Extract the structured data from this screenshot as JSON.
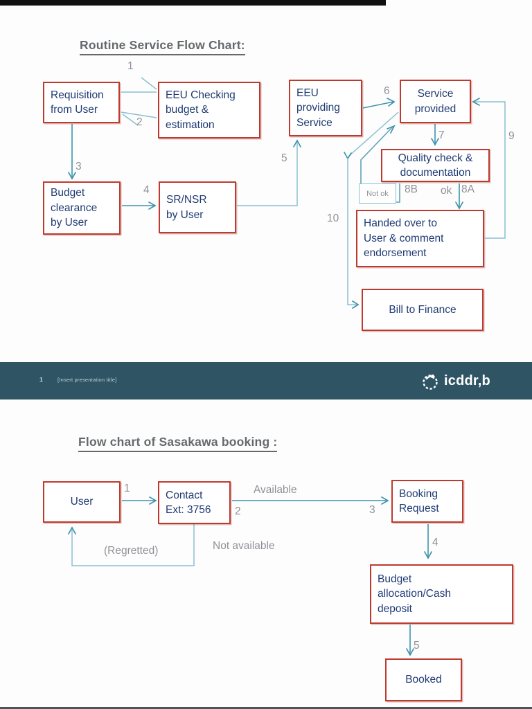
{
  "colors": {
    "page-bg": "#fdfdfd",
    "top-bar": "#101010",
    "bottom-strip": "#49565c",
    "box-border": "#bf3a2e",
    "box-text": "#1f3a73",
    "arrow": "#3f93ac",
    "arrow-mid": "#5fa3b8",
    "arrow-light": "#8abfd0",
    "label-gray": "#8f9196",
    "title-gray": "#66696c",
    "banner-bg": "#2f5565"
  },
  "banner": {
    "slide_number": "1",
    "presentation_title": "[Insert presentation title]",
    "logo_text": "icddr,b"
  },
  "chart1": {
    "title": "Routine Service Flow Chart:",
    "nodes": {
      "requisition": "Requisition\nfrom User",
      "eeu_checking": "EEU Checking\nbudget &\nestimation",
      "budget_clearance": "Budget\nclearance\nby User",
      "sr_nsr": "SR/NSR\nby User",
      "eeu_providing": "EEU\nproviding\nService",
      "service_provided": "Service\nprovided",
      "quality_check": "Quality check &\ndocumentation",
      "handed_over": "Handed over to\nUser & comment\nendorsement",
      "bill_finance": "Bill to Finance"
    },
    "labels": {
      "step1": "1",
      "step2": "2",
      "step3": "3",
      "step4": "4",
      "step5": "5",
      "step6": "6",
      "step7": "7",
      "step8a": "8A",
      "step8b": "8B",
      "step9": "9",
      "step10": "10",
      "ok": "ok",
      "not_ok": "Not ok"
    }
  },
  "chart2": {
    "title": "Flow chart of Sasakawa booking :",
    "nodes": {
      "user": "User",
      "contact": "Contact\nExt: 3756",
      "booking_request": "Booking\nRequest",
      "budget_allocation": "Budget\nallocation/Cash\ndeposit",
      "booked": "Booked"
    },
    "labels": {
      "step1": "1",
      "step2": "2",
      "step3": "3",
      "step4": "4",
      "step5": "5",
      "available": "Available",
      "not_available": "Not available",
      "regretted": "(Regretted)"
    }
  }
}
